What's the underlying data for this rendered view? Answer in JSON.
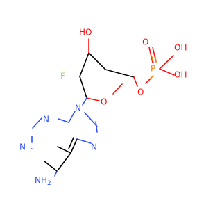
{
  "molecule": {
    "atoms": {
      "hydroxyl_o": "HO",
      "fluorine": "F",
      "ring_oxygen": "O",
      "ester_oxygen": "O",
      "phosphorus": "P",
      "phosphoryl_o": "O",
      "phosphate_oh1": "OH",
      "phosphate_oh2": "OH",
      "n9": "N",
      "n7": "N",
      "n3": "N",
      "n1": "N",
      "amine": "NH",
      "amine_sub": "2"
    },
    "colors": {
      "bond": "#000000",
      "oxygen": "#ff0d0d",
      "fluorine": "#90e050",
      "nitrogen": "#3050f8",
      "phosphorus": "#ff8000"
    }
  }
}
